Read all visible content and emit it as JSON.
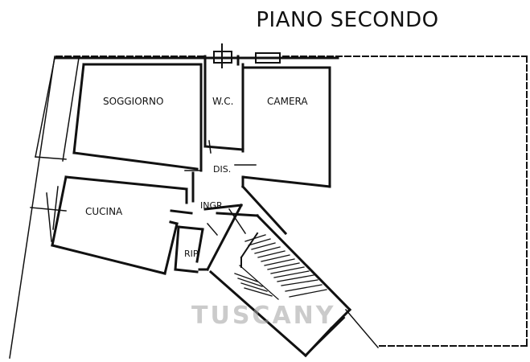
{
  "title": "PIANO SECONDO",
  "rooms": {
    "soggiorno": "SOGGIORNO",
    "wc": "W.C.",
    "camera": "CAMERA",
    "dis": "DIS.",
    "cucina": "CUCINA",
    "ingr": "INGR.",
    "rip": "RIP."
  },
  "watermark": "TUSCANY",
  "colors": {
    "line": "#111111",
    "background": "#ffffff",
    "watermark": "#a0a0a0"
  }
}
